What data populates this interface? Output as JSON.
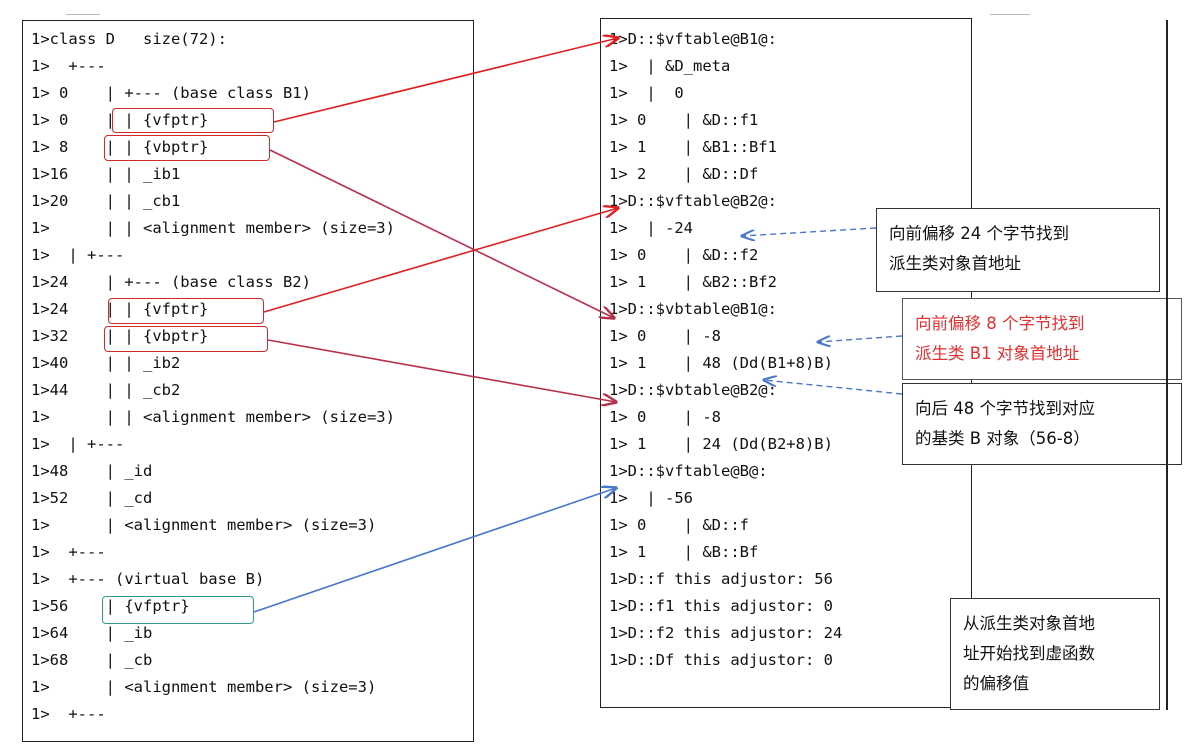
{
  "left_lines": [
    "1>class D   size(72):",
    "1>  +---",
    "1> 0    | +--- (base class B1)",
    "1> 0    | | {vfptr}",
    "1> 8    | | {vbptr}",
    "1>16    | | _ib1",
    "1>20    | | _cb1",
    "1>      | | <alignment member> (size=3)",
    "1>  | +---",
    "1>24    | +--- (base class B2)",
    "1>24    | | {vfptr}",
    "1>32    | | {vbptr}",
    "1>40    | | _ib2",
    "1>44    | | _cb2",
    "1>      | | <alignment member> (size=3)",
    "1>  | +---",
    "1>48    | _id",
    "1>52    | _cd",
    "1>      | <alignment member> (size=3)",
    "1>  +---",
    "1>  +--- (virtual base B)",
    "1>56    | {vfptr}",
    "1>64    | _ib",
    "1>68    | _cb",
    "1>      | <alignment member> (size=3)",
    "1>  +---"
  ],
  "right_lines": [
    "1>D::$vftable@B1@:",
    "1>  | &D_meta",
    "1>  |  0",
    "1> 0    | &D::f1",
    "1> 1    | &B1::Bf1",
    "1> 2    | &D::Df",
    "1>D::$vftable@B2@:",
    "1>  | -24",
    "1> 0    | &D::f2",
    "1> 1    | &B2::Bf2",
    "1>D::$vbtable@B1@:",
    "1> 0    | -8",
    "1> 1    | 48 (Dd(B1+8)B)",
    "1>D::$vbtable@B2@:",
    "1> 0    | -8",
    "1> 1    | 24 (Dd(B2+8)B)",
    "1>D::$vftable@B@:",
    "1>  | -56",
    "1> 0    | &D::f",
    "1> 1    | &B::Bf",
    "1>D::f this adjustor: 56",
    "1>D::f1 this adjustor: 0",
    "1>D::f2 this adjustor: 24",
    "1>D::Df this adjustor: 0"
  ],
  "notes": {
    "offset24": [
      "向前偏移 24 个字节找到",
      "派生类对象首地址"
    ],
    "offset8": [
      "向前偏移 8 个字节找到",
      "派生类 B1 对象首地址"
    ],
    "offset48": [
      "向后 48 个字节找到对应",
      "的基类 B 对象（56-8）"
    ],
    "adjustor": [
      "从派生类对象首地",
      "址开始找到虚函数",
      "的偏移值"
    ]
  },
  "colors": {
    "red_arrow": "#e02020",
    "crimson_arrow": "#b8304a",
    "blue_arrow": "#4a78c8",
    "dashed_blue": "#4a78c8",
    "red_note_text": "#e43030",
    "teal_box": "#2c9c8c"
  }
}
